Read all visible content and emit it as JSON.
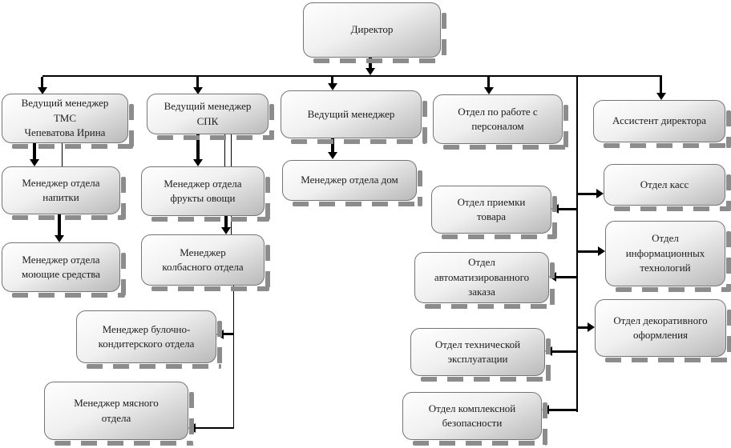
{
  "diagram": {
    "type": "org-chart",
    "language": "ru",
    "colors": {
      "node_gradient_top": "#ffffff",
      "node_gradient_bottom": "#b9b9b9",
      "node_border": "#757575",
      "shadow": "#8c8c8c",
      "connector": "#000000",
      "text": "#1d1d1d",
      "background": "#ffffff"
    },
    "nodes": {
      "director": "Директор",
      "tmc": "Ведущий менеджер\nТМС\nЧепеватова Ирина",
      "spk": "Ведущий менеджер\nСПК",
      "lead3": "Ведущий менеджер",
      "personnel": "Отдел по работе с\nперсоналом",
      "assistant": "Ассистент директора",
      "drinks": "Менеджер отдела\nнапитки",
      "detergents": "Менеджер отдела\nмоющие средства",
      "fruits": "Менеджер отдела\nфрукты овощи",
      "sausage": "Менеджер\nколбасного отдела",
      "bakery": "Менеджер булочно-\nкондитерского отдела",
      "meat": "Менеджер мясного\nотдела",
      "home": "Менеджер отдела дом",
      "receiving": "Отдел приемки\nтовара",
      "autoorder": "Отдел\nавтоматизированного\nзаказа",
      "tech": "Отдел технической\nэксплуатации",
      "security": "Отдел комплексной\nбезопасности",
      "cash": "Отдел касс",
      "it": "Отдел\nинформационных\nтехнологий",
      "decor": "Отдел декоративного\nоформления"
    },
    "edges": [
      {
        "from": "director",
        "to": "tmc"
      },
      {
        "from": "director",
        "to": "spk"
      },
      {
        "from": "director",
        "to": "lead3"
      },
      {
        "from": "director",
        "to": "personnel"
      },
      {
        "from": "director",
        "to": "assistant"
      },
      {
        "from": "tmc",
        "to": "drinks"
      },
      {
        "from": "drinks",
        "to": "detergents"
      },
      {
        "from": "spk",
        "to": "fruits"
      },
      {
        "from": "fruits",
        "to": "sausage"
      },
      {
        "from": "spk",
        "to": "bakery"
      },
      {
        "from": "spk",
        "to": "meat"
      },
      {
        "from": "lead3",
        "to": "home"
      },
      {
        "from": "director",
        "to": "cash"
      },
      {
        "from": "director",
        "to": "receiving"
      },
      {
        "from": "director",
        "to": "it"
      },
      {
        "from": "director",
        "to": "autoorder"
      },
      {
        "from": "director",
        "to": "decor"
      },
      {
        "from": "director",
        "to": "tech"
      },
      {
        "from": "director",
        "to": "security"
      }
    ]
  }
}
